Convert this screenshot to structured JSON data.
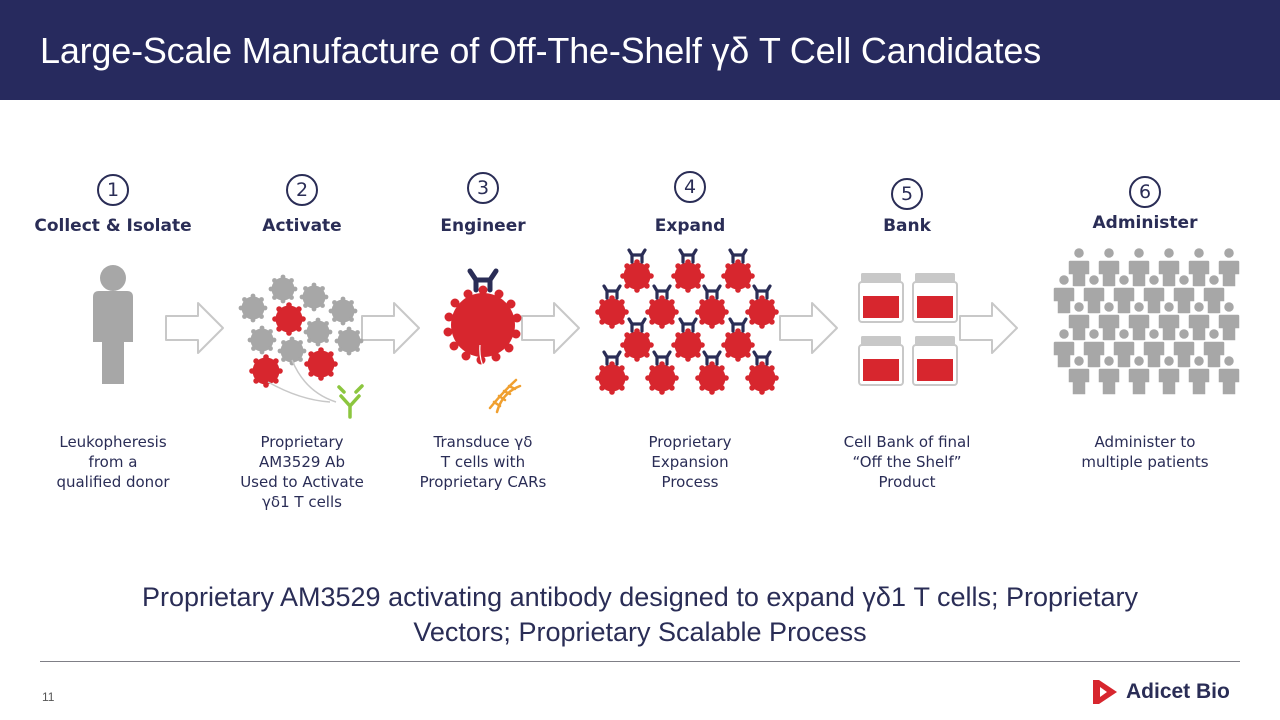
{
  "title": "Large-Scale Manufacture of Off-The-Shelf γδ T Cell Candidates",
  "steps": [
    {
      "number": "1",
      "label": "Collect & Isolate",
      "desc": [
        "Leukopheresis",
        "from a",
        "qualified donor"
      ]
    },
    {
      "number": "2",
      "label": "Activate",
      "desc": [
        "Proprietary",
        "AM3529 Ab",
        "Used to Activate",
        "γδ1 T cells"
      ]
    },
    {
      "number": "3",
      "label": "Engineer",
      "desc": [
        "Transduce γδ",
        "T cells with",
        "Proprietary CARs"
      ]
    },
    {
      "number": "4",
      "label": "Expand",
      "desc": [
        "Proprietary",
        "Expansion",
        "Process"
      ]
    },
    {
      "number": "5",
      "label": "Bank",
      "desc": [
        "Cell Bank of final",
        "“Off the Shelf”",
        "Product"
      ]
    },
    {
      "number": "6",
      "label": "Administer",
      "desc": [
        "Administer to",
        "multiple patients"
      ]
    }
  ],
  "summary": [
    "Proprietary AM3529 activating antibody designed to expand γδ1 T cells; Proprietary",
    "Vectors; Proprietary Scalable Process"
  ],
  "page_number": "11",
  "logo": {
    "text": "Adicet Bio"
  },
  "colors": {
    "navy": "#272a5e",
    "red": "#d7262e",
    "gray": "#a7a7a7",
    "green": "#8cc63f",
    "orange": "#f0a030"
  },
  "icons": [
    "person-icon",
    "cell-cluster-icon",
    "antibody-icon",
    "engineered-cell-icon",
    "dna-icon",
    "expanded-cells-icon",
    "vial-icon",
    "patients-crowd-icon",
    "arrow-icon"
  ]
}
